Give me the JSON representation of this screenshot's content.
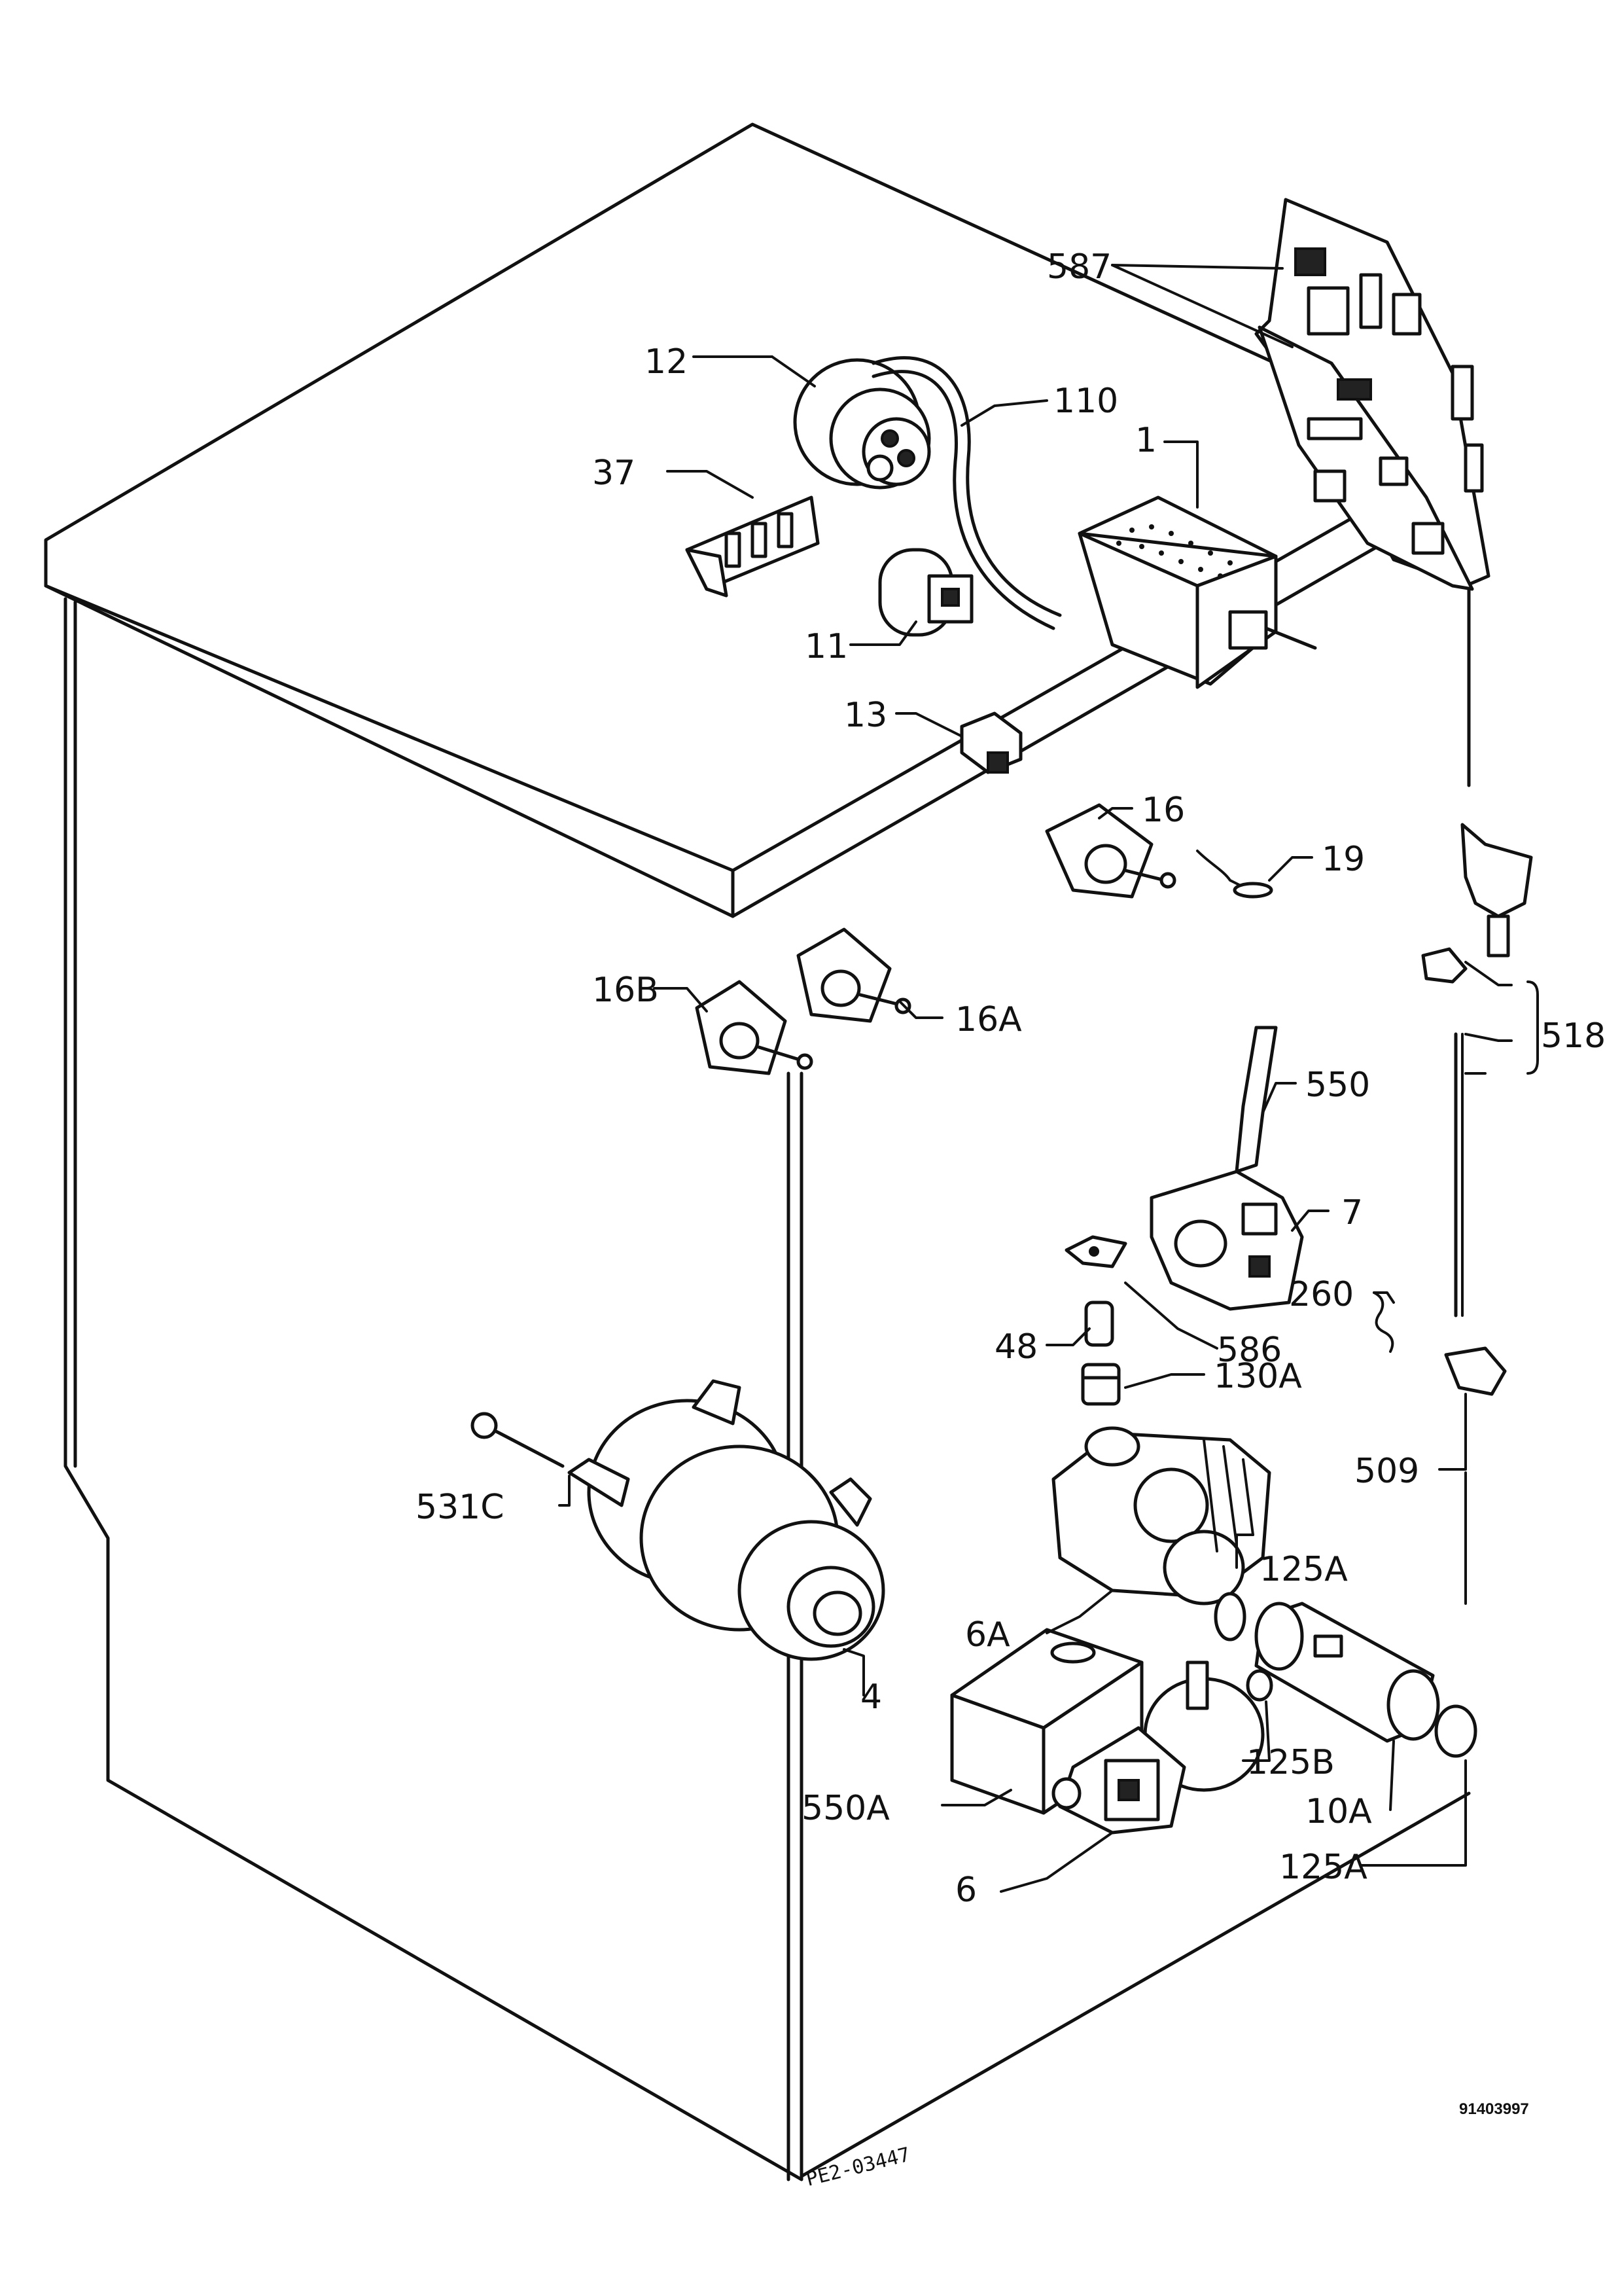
{
  "labels": {
    "p587": "587",
    "p12": "12",
    "p110": "110",
    "p1": "1",
    "p37": "37",
    "p11": "11",
    "p13": "13",
    "p16": "16",
    "p19": "19",
    "p16b": "16B",
    "p16a": "16A",
    "p518": "518",
    "p550": "550",
    "p7": "7",
    "p260": "260",
    "p48": "48",
    "p586": "586",
    "p130a": "130A",
    "p509": "509",
    "p531c": "531C",
    "p125a_top": "125A",
    "p6a": "6A",
    "p4": "4",
    "p125b": "125B",
    "p10a": "10A",
    "p550a": "550A",
    "p125a_bottom": "125A",
    "p6": "6"
  },
  "document_number": "91403997",
  "handwritten_code": "PE2-03447"
}
